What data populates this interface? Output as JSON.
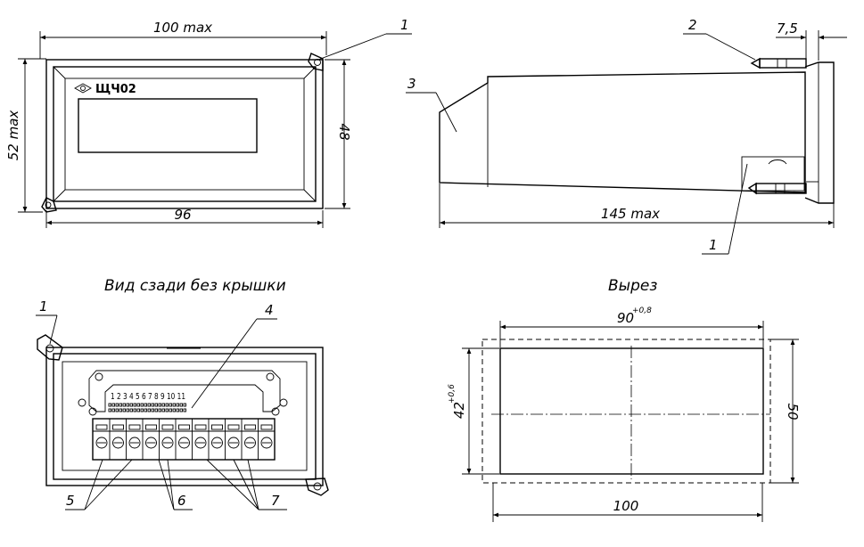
{
  "front": {
    "label": "ЩЧ02",
    "dim_width_max": "100 max",
    "dim_height_max": "52 max",
    "dim_height": "48",
    "dim_width": "96",
    "callout": "1"
  },
  "side": {
    "dim_length": "145 max",
    "dim_offset": "7,5",
    "callouts": [
      "1",
      "2",
      "3"
    ]
  },
  "rear": {
    "title": "Вид сзади без крышки",
    "terminal_numbers": "1 2 3 4 5 6 7 8 9 10 11",
    "callouts": [
      "1",
      "4",
      "5",
      "6",
      "7"
    ]
  },
  "cutout": {
    "title": "Вырез",
    "dim_width": "90",
    "dim_width_tol": "+0,8",
    "dim_height": "42",
    "dim_height_tol": "+0,6",
    "dim_outer_height": "50",
    "dim_outer_width": "100"
  }
}
